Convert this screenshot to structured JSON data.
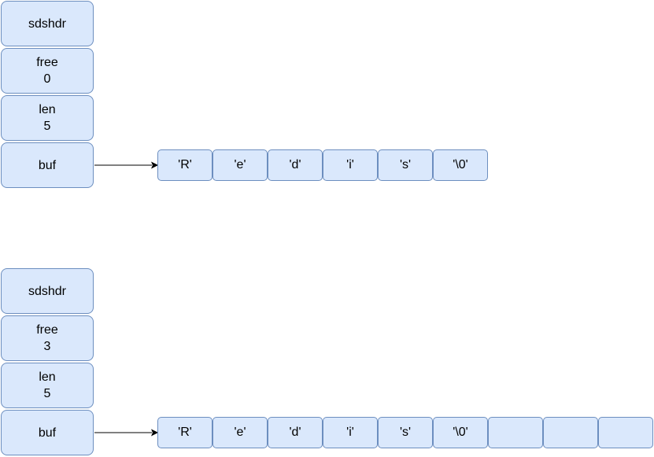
{
  "diagrams": [
    {
      "fields": [
        {
          "label": "sdshdr",
          "value": ""
        },
        {
          "label": "free",
          "value": "0"
        },
        {
          "label": "len",
          "value": "5"
        },
        {
          "label": "buf",
          "value": ""
        }
      ],
      "buffer": [
        "'R'",
        "'e'",
        "'d'",
        "'i'",
        "'s'",
        "'\\0'"
      ]
    },
    {
      "fields": [
        {
          "label": "sdshdr",
          "value": ""
        },
        {
          "label": "free",
          "value": "3"
        },
        {
          "label": "len",
          "value": "5"
        },
        {
          "label": "buf",
          "value": ""
        }
      ],
      "buffer": [
        "'R'",
        "'e'",
        "'d'",
        "'i'",
        "'s'",
        "'\\0'",
        "",
        "",
        ""
      ]
    }
  ],
  "colors": {
    "box_fill": "#dae8fc",
    "box_stroke": "#6c8ebf",
    "arrow": "#000000"
  }
}
